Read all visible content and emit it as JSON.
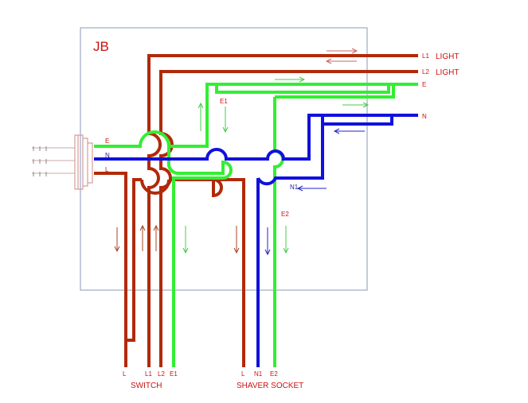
{
  "colors": {
    "live": "#b02a0a",
    "earth": "#33ee33",
    "neutral": "#1111dd",
    "box": "#8899bb",
    "text": "#cc1111"
  },
  "diagram": {
    "box_label": "JB",
    "right_terminals": {
      "l1": "L1",
      "l1_name": "LIGHT",
      "l2": "L2",
      "l2_name": "LIGHT",
      "e": "E",
      "n": "N"
    },
    "left_terminals": {
      "e": "E",
      "n": "N",
      "l": "L"
    },
    "inner": {
      "e1": "E1",
      "n1": "N1",
      "e2": "E2"
    },
    "switch": {
      "l": "L",
      "l1": "L1",
      "l2": "L2",
      "e1": "E1",
      "name": "SWITCH"
    },
    "socket": {
      "l": "L",
      "n1": "N1",
      "e2": "E2",
      "name": "SHAVER SOCKET"
    }
  }
}
